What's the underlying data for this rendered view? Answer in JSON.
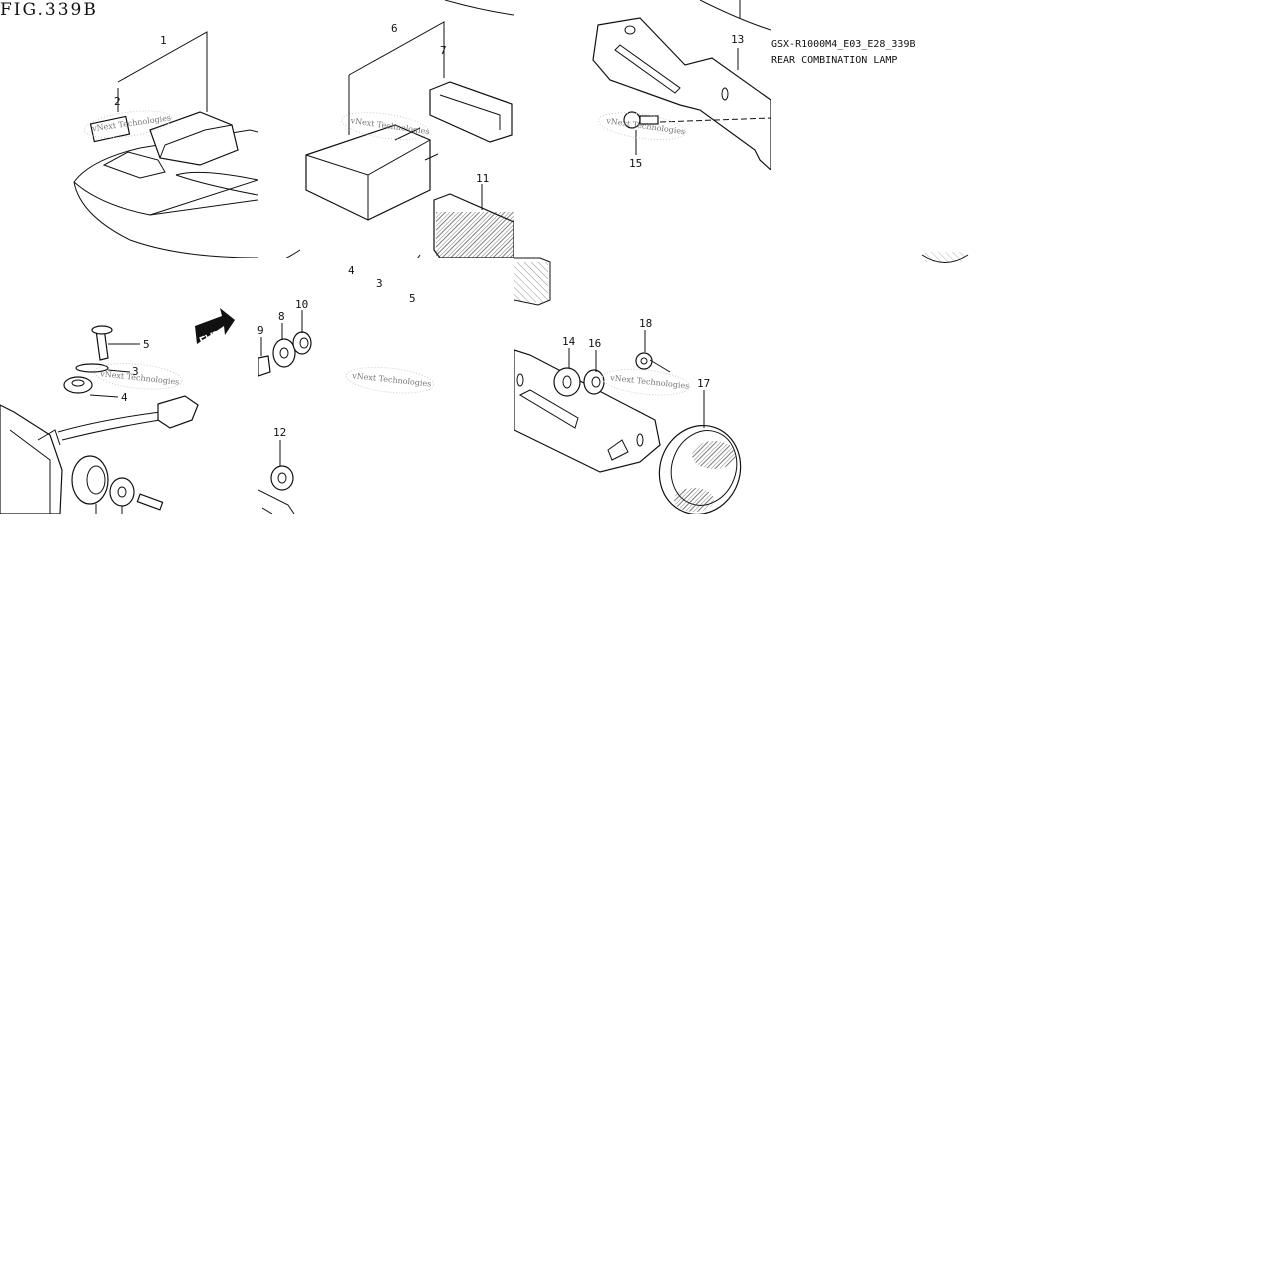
{
  "figure": {
    "title": "FIG.339B",
    "model_code": "GSX-R1000M4_E03_E28_339B",
    "section_name": "REAR COMBINATION LAMP"
  },
  "callouts": [
    "1",
    "2",
    "3",
    "4",
    "5",
    "6",
    "7",
    "8",
    "9",
    "10",
    "11",
    "12",
    "13",
    "14",
    "15",
    "16",
    "17",
    "18"
  ],
  "left_callouts": [
    "5",
    "3",
    "4"
  ],
  "watermark": "vNext Technologies",
  "fwd_label": "FWD"
}
